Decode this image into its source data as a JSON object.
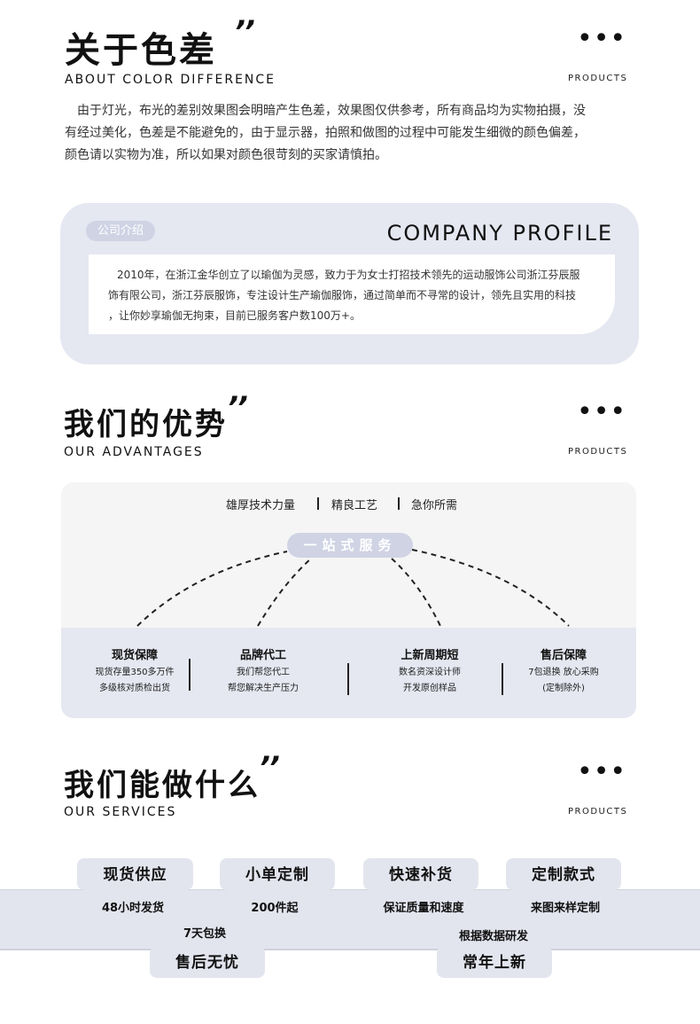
{
  "about": {
    "title": "关于色差",
    "quote": "’’",
    "subtitle": "ABOUT COLOR DIFFERENCE",
    "dots": "•••",
    "products": "PRODUCTS",
    "paragraph_lines": [
      "由于灯光，布光的差别效果图会明暗产生色差，效果图仅供参考，所有商品均为实物拍摄，没",
      "有经过美化，色差是不能避免的，由于显示器，拍照和做图的过程中可能发生细微的颜色偏差，",
      "颜色请以实物为准，所以如果对颜色很苛刻的买家请慎拍。"
    ]
  },
  "company": {
    "tag": "公司介绍",
    "title_en": "COMPANY PROFILE",
    "text_lines": [
      "2010年，在浙江金华创立了以瑜伽为灵感，致力于为女士打招技术领先的运动服饰公司浙江芬辰服",
      "饰有限公司，浙江芬辰服饰，专注设计生产瑜伽服饰，通过简单而不寻常的设计，领先且实用的科技",
      "，让你妙享瑜伽无拘束，目前已服务客户数100万+。"
    ]
  },
  "advantages": {
    "title": "我们的优势",
    "quote": "’’",
    "subtitle": "OUR ADVANTAGES",
    "dots": "•••",
    "products": "PRODUCTS",
    "top_items": [
      "雄厚技术力量",
      "精良工艺",
      "急你所需"
    ],
    "badge": "一站式服务",
    "columns": [
      {
        "title": "现货保障",
        "lines": [
          "现货存量350多万件",
          "多级核对质检出货"
        ]
      },
      {
        "title": "品牌代工",
        "lines": [
          "我们帮您代工",
          "帮您解决生产压力"
        ]
      },
      {
        "title": "上新周期短",
        "lines": [
          "数名资深设计师",
          "开发原创样品"
        ]
      },
      {
        "title": "售后保障",
        "lines": [
          "7包退换 放心采购",
          "(定制除外)"
        ]
      }
    ]
  },
  "services": {
    "title": "我们能做什么",
    "quote": "’’",
    "subtitle": "OUR SERVICES",
    "dots": "•••",
    "products": "PRODUCTS",
    "top_pills": [
      "现货供应",
      "小单定制",
      "快速补货",
      "定制款式"
    ],
    "row1": [
      "48小时发货",
      "200件起",
      "保证质量和速度",
      "来图来样定制"
    ],
    "row2": [
      "7天包换",
      "根据数据研发"
    ],
    "bottom_pills": [
      "售后无忧",
      "常年上新"
    ]
  },
  "colors": {
    "accent": "#cfd3e4",
    "panel": "#e5e7f1"
  }
}
